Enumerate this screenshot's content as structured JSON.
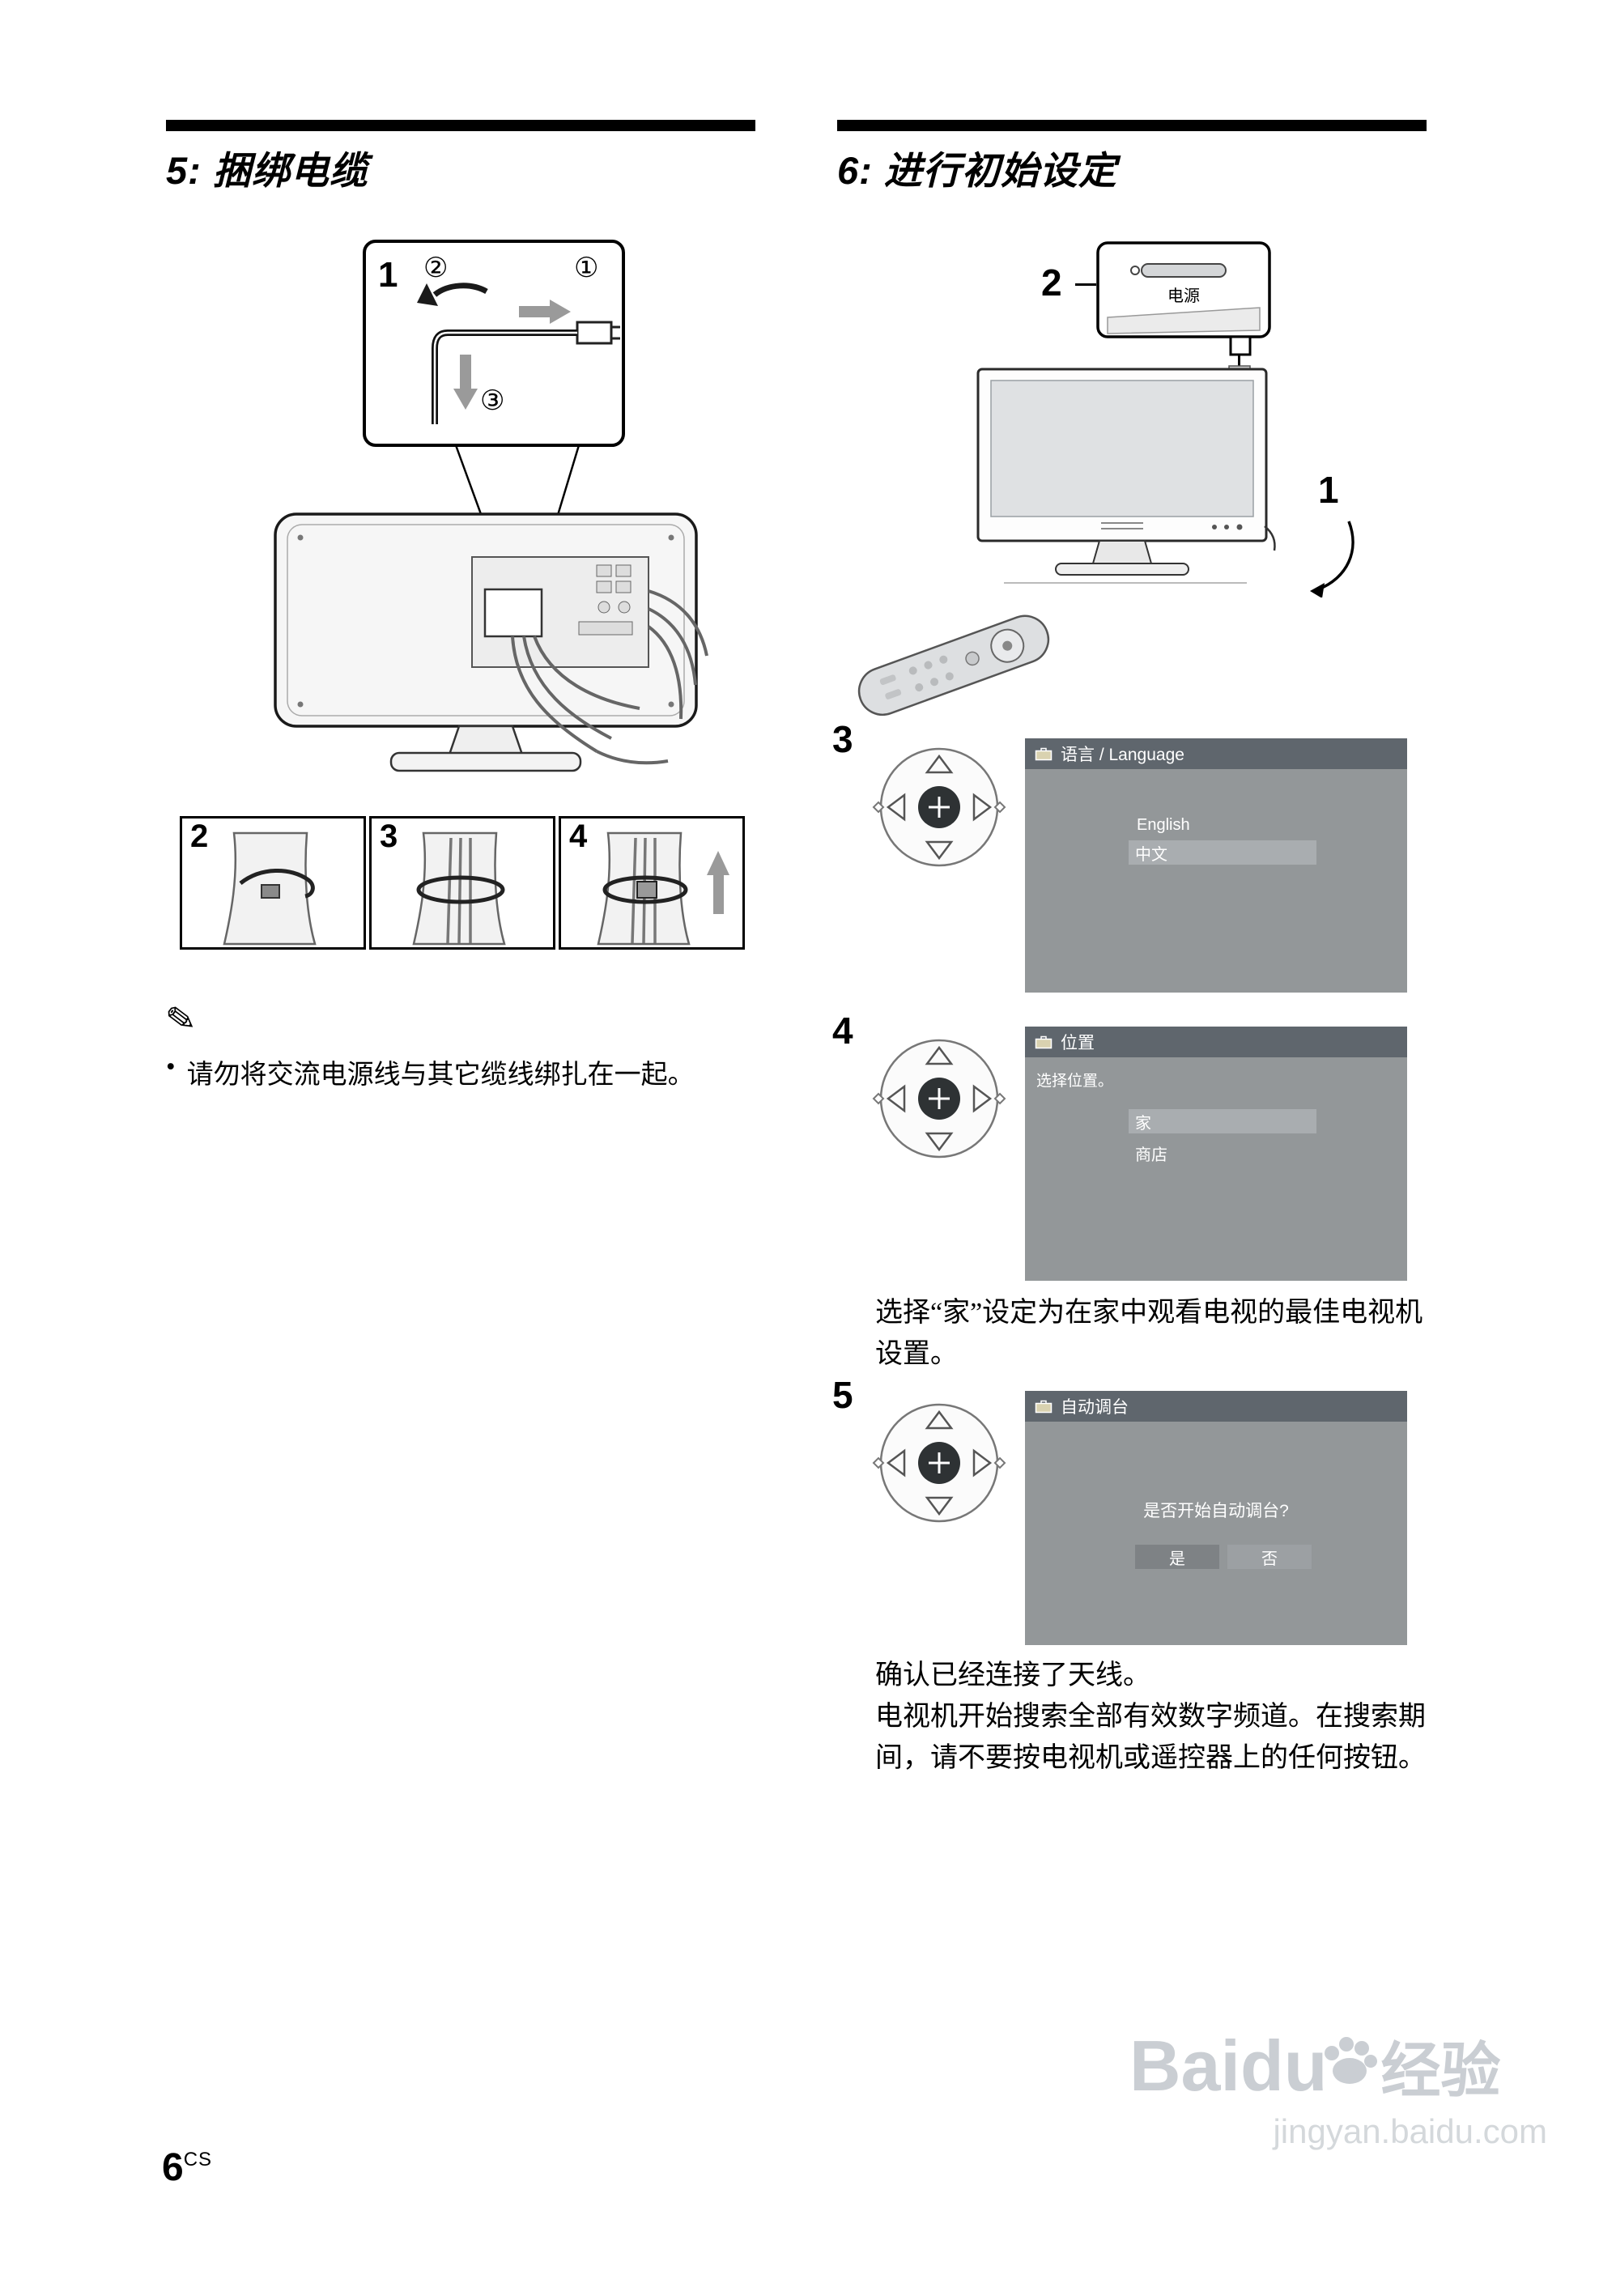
{
  "page": {
    "number": "6",
    "number_suffix": "CS"
  },
  "left_section": {
    "title": "5: 捆绑电缆",
    "inset": {
      "label": "1",
      "callout_1": "①",
      "callout_2": "②",
      "callout_3": "③"
    },
    "panels": [
      {
        "label": "2"
      },
      {
        "label": "3"
      },
      {
        "label": "4"
      }
    ],
    "note": {
      "bullet": "•",
      "icon": "✎",
      "text": "请勿将交流电源线与其它缆线绑扎在一起。"
    }
  },
  "right_section": {
    "title": "6: 进行初始设定",
    "power_callout": "2",
    "tv_callout": "1",
    "power_button_label": "电源",
    "steps": [
      {
        "number": "3",
        "screen": {
          "header": "语言 / Language",
          "option_1": "English",
          "option_2": "中文",
          "selected": "中文"
        }
      },
      {
        "number": "4",
        "screen": {
          "header": "位置",
          "prompt": "选择位置。",
          "option_1": "家",
          "option_2": "商店",
          "selected": "家"
        },
        "caption": "选择“家”设定为在家中观看电视的最佳电视机设置。"
      },
      {
        "number": "5",
        "screen": {
          "header": "自动调台",
          "question": "是否开始自动调台?",
          "yes_label": "是",
          "no_label": "否"
        },
        "caption_line_1": "确认已经连接了天线。",
        "caption_line_2": "电视机开始搜索全部有效数字频道。在搜索期间，请不要按电视机或遥控器上的任何按钮。"
      }
    ]
  },
  "watermark": {
    "brand": "Baidu",
    "brand_cn": "经验",
    "url": "jingyan.baidu.com"
  },
  "colors": {
    "screen_bg": "#939799",
    "screen_header": "#5f666d",
    "highlight_bar": "#a9adb0",
    "yes_button": "#7e8285",
    "no_button": "#9ca0a3",
    "gray_arrow": "#9a9a9a",
    "watermark_gray": "#c8ccd1"
  }
}
